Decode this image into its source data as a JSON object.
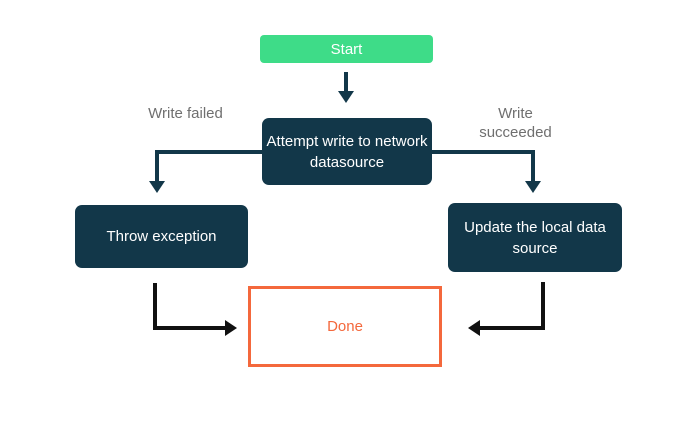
{
  "diagram": {
    "type": "flowchart",
    "nodes": {
      "start": {
        "label": "Start",
        "shape": "rounded-rect",
        "role": "start"
      },
      "attempt_write": {
        "label": "Attempt write to network datasource",
        "shape": "rounded-rect",
        "role": "process"
      },
      "throw_exception": {
        "label": "Throw exception",
        "shape": "rounded-rect",
        "role": "process"
      },
      "update_local": {
        "label": "Update the local data source",
        "shape": "rounded-rect",
        "role": "process"
      },
      "done": {
        "label": "Done",
        "shape": "rect-outline",
        "role": "end"
      }
    },
    "edge_labels": {
      "write_failed": "Write failed",
      "write_succeeded": "Write succeeded"
    },
    "edges": [
      {
        "from": "start",
        "to": "attempt_write",
        "label": ""
      },
      {
        "from": "attempt_write",
        "to": "throw_exception",
        "label": "Write failed"
      },
      {
        "from": "attempt_write",
        "to": "update_local",
        "label": "Write succeeded"
      },
      {
        "from": "throw_exception",
        "to": "done",
        "label": ""
      },
      {
        "from": "update_local",
        "to": "done",
        "label": ""
      }
    ],
    "colors": {
      "background": "#ffffff",
      "start_fill": "#3edc88",
      "node_fill": "#123749",
      "node_text": "#ffffff",
      "done_border": "#f4683c",
      "done_bg": "#ffffff",
      "done_text": "#f4683c",
      "label_text": "#6f6f6f",
      "connector": "#123749",
      "connector_dark": "#111111"
    }
  }
}
